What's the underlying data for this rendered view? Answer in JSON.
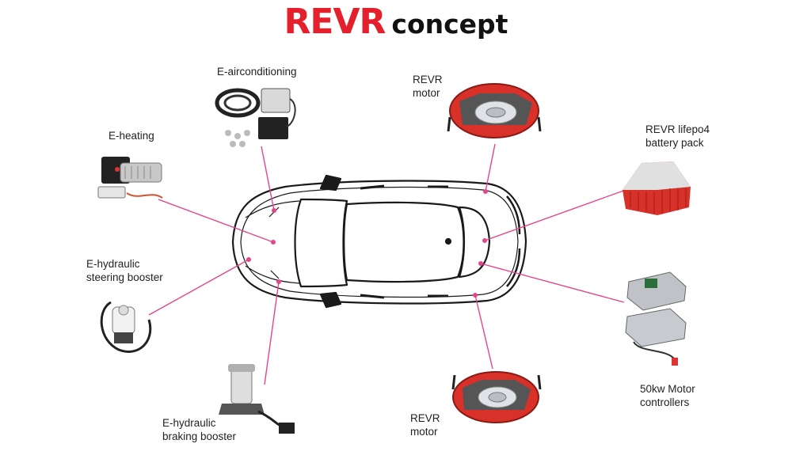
{
  "title": {
    "brand": "REVR",
    "word": "concept"
  },
  "colors": {
    "brand": "#e3202b",
    "leader": "#e2468d",
    "outline": "#1a1a1a",
    "part_red": "#d8312a"
  },
  "components": [
    {
      "id": "e-airconditioning",
      "lines": [
        "E-airconditioning"
      ]
    },
    {
      "id": "revr-motor-front",
      "lines": [
        "REVR",
        "motor"
      ]
    },
    {
      "id": "e-heating",
      "lines": [
        "E-heating"
      ]
    },
    {
      "id": "revr-battery",
      "lines": [
        "REVR lifepo4",
        "battery pack"
      ]
    },
    {
      "id": "e-hydraulic-steering",
      "lines": [
        "E-hydraulic",
        "steering booster"
      ]
    },
    {
      "id": "motor-controllers",
      "lines": [
        "50kw Motor",
        "controllers"
      ]
    },
    {
      "id": "e-hydraulic-braking",
      "lines": [
        "E-hydraulic",
        "braking booster"
      ]
    },
    {
      "id": "revr-motor-rear",
      "lines": [
        "REVR",
        "motor"
      ]
    }
  ]
}
